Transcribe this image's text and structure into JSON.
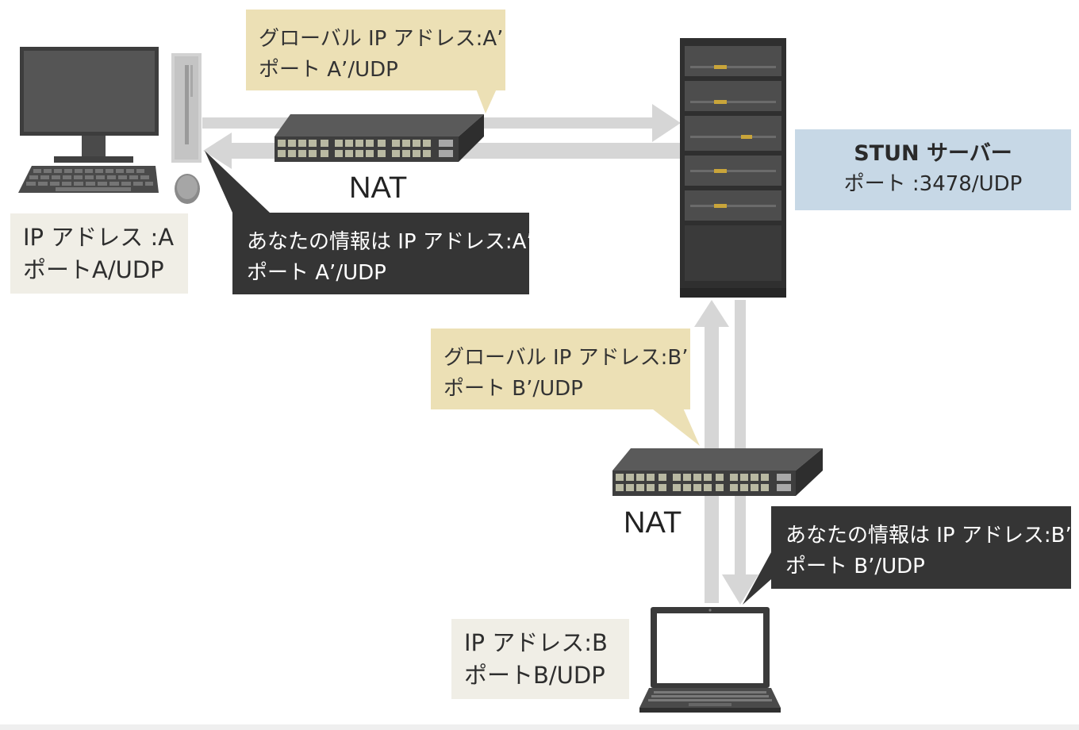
{
  "nat_a": {
    "global_line1": "グローバル IP アドレス:A’",
    "global_line2": "ポート A’/UDP",
    "label": "NAT",
    "reply_line1": "あなたの情報は IP アドレス:A’",
    "reply_line2": "ポート A’/UDP"
  },
  "pc_a": {
    "ip_line1": "IP アドレス :A",
    "ip_line2": "ポートA/UDP"
  },
  "stun": {
    "name": "STUN サーバー",
    "port": "ポート :3478/UDP"
  },
  "nat_b": {
    "global_line1": "グローバル IP アドレス:B’",
    "global_line2": "ポート B’/UDP",
    "label": "NAT",
    "reply_line1": "あなたの情報は IP アドレス:B’",
    "reply_line2": "ポート B’/UDP"
  },
  "pc_b": {
    "ip_line1": "IP アドレス:B",
    "ip_line2": "ポートB/UDP"
  },
  "colors": {
    "arrow": "#d6d6d6",
    "beige": "#ece0b5",
    "dark": "#353535",
    "info": "#f0eee6",
    "blue": "#c7d8e6"
  },
  "icons": [
    "desktop-computer-icon",
    "network-switch-icon",
    "server-rack-icon",
    "laptop-icon"
  ]
}
